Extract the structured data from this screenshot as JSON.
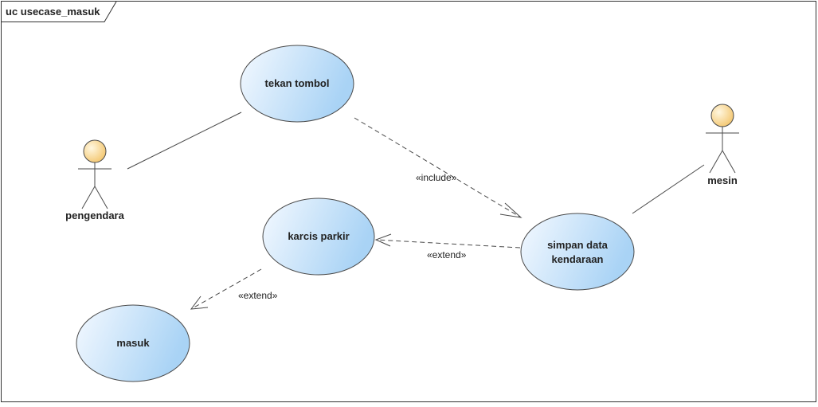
{
  "diagram": {
    "frame_title": "uc usecase_masuk",
    "colors": {
      "usecase_fill_light": "#f4f9ff",
      "usecase_fill_dark": "#a9d3f5",
      "actor_head_light": "#fff7e0",
      "actor_head_dark": "#f3c46a",
      "stroke": "#4a4a4a"
    },
    "actors": {
      "pengendara": {
        "label": "pengendara"
      },
      "mesin": {
        "label": "mesin"
      }
    },
    "use_cases": {
      "tekan_tombol": {
        "label": "tekan tombol"
      },
      "karcis_parkir": {
        "label": "karcis parkir"
      },
      "simpan_data": {
        "line1": "simpan data",
        "line2": "kendaraan"
      },
      "masuk": {
        "label": "masuk"
      }
    },
    "relations": {
      "include": {
        "label": "«include»",
        "from": "tekan tombol",
        "to": "simpan data kendaraan"
      },
      "extend_karcis": {
        "label": "«extend»",
        "from": "simpan data kendaraan",
        "to": "karcis parkir"
      },
      "extend_masuk": {
        "label": "«extend»",
        "from": "karcis parkir",
        "to": "masuk"
      }
    }
  }
}
